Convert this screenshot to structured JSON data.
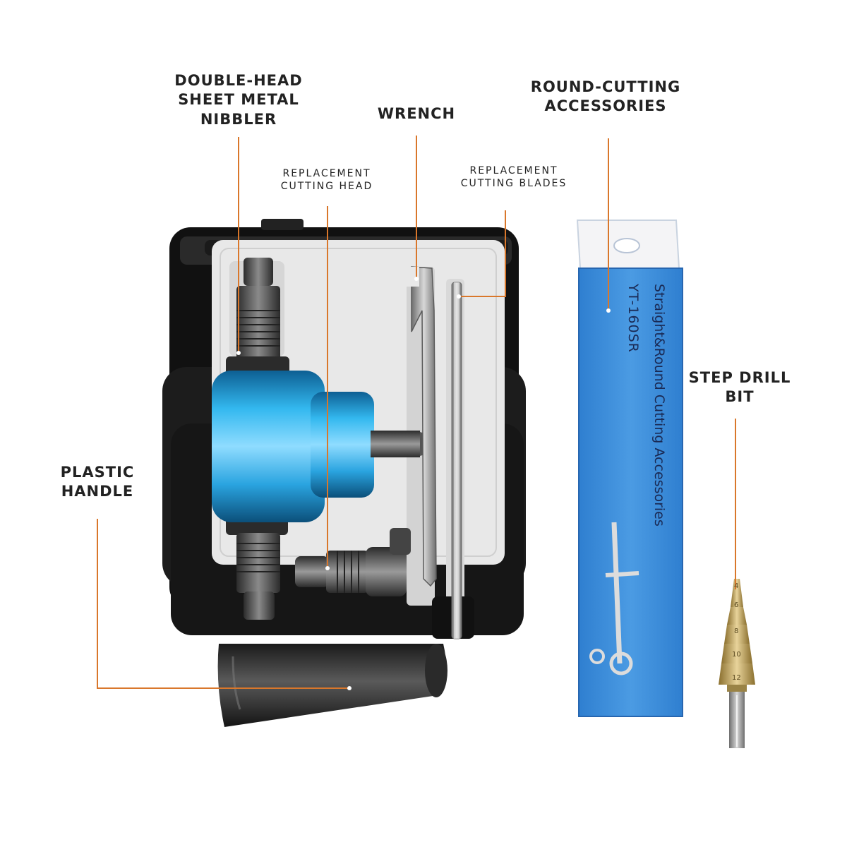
{
  "labels": {
    "nibbler": "DOUBLE-HEAD\nSHEET METAL\nNIBBLER",
    "wrench": "WRENCH",
    "round_cutting": "ROUND-CUTTING\nACCESSORIES",
    "replacement_head": "REPLACEMENT\nCUTTING HEAD",
    "replacement_blades": "REPLACEMENT\nCUTTING BLADES",
    "plastic_handle": "PLASTIC\nHANDLE",
    "step_drill": "STEP DRILL\nBIT"
  },
  "package": {
    "line1": "Straight&Round Cutting Accessories",
    "line2": "YT-160SR"
  },
  "drill_bit": {
    "sizes": [
      "4",
      "6",
      "8",
      "10",
      "12"
    ]
  },
  "colors": {
    "leader": "#d9772b",
    "case": "#1c1c1c",
    "tray": "#e9e9e9",
    "nibbler_body": "#1e9fd8",
    "package": "#3d8fd9",
    "drill_gold": "#c9a95a"
  }
}
